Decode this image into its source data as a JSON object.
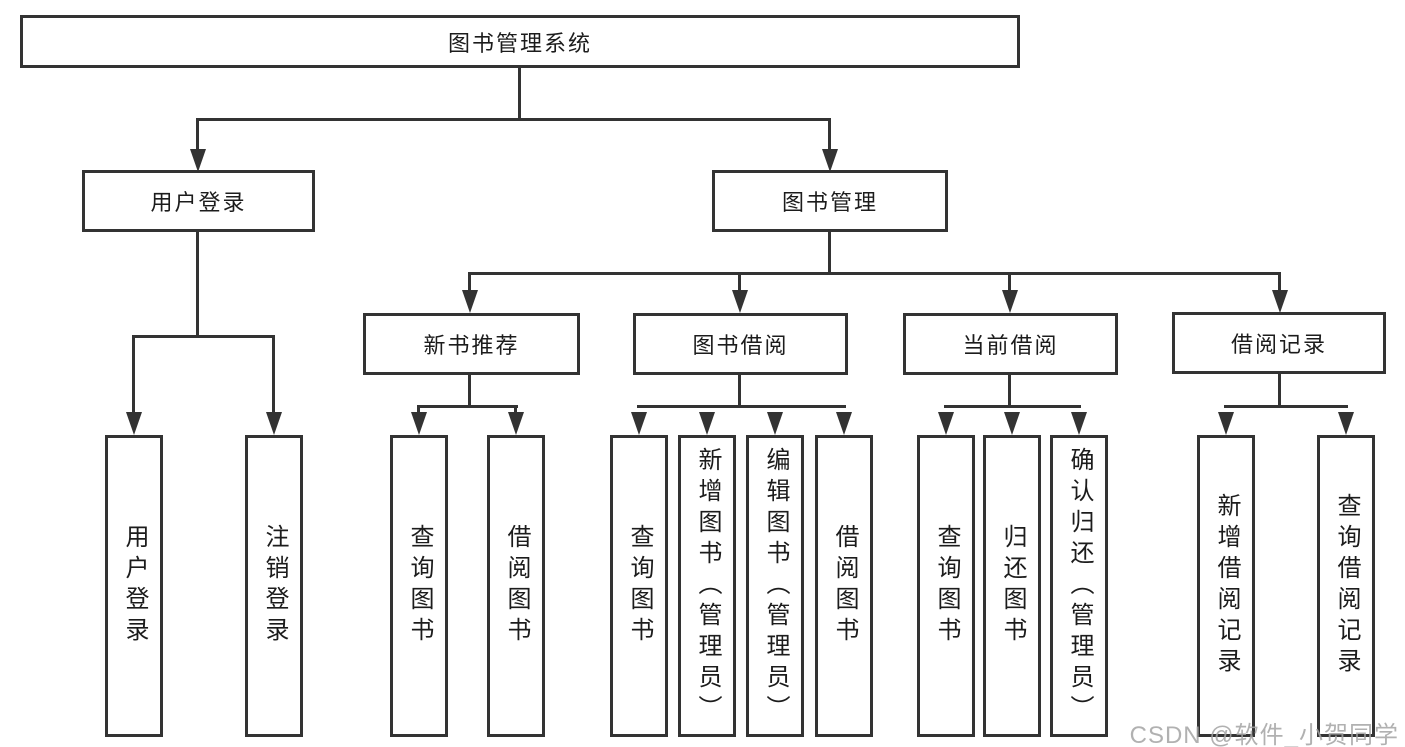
{
  "diagram": {
    "title": "图书管理系统",
    "root": {
      "label": "图书管理系统"
    },
    "level2": [
      {
        "label": "用户登录"
      },
      {
        "label": "图书管理"
      }
    ],
    "level3": [
      {
        "label": "新书推荐"
      },
      {
        "label": "图书借阅"
      },
      {
        "label": "当前借阅"
      },
      {
        "label": "借阅记录"
      }
    ],
    "leaves": {
      "user_login": [
        "用户登录",
        "注销登录"
      ],
      "new_book": [
        "查询图书",
        "借阅图书"
      ],
      "borrow": [
        "查询图书",
        "新增图书（管理员）",
        "编辑图书（管理员）",
        "借阅图书"
      ],
      "current": [
        "查询图书",
        "归还图书",
        "确认归还（管理员）"
      ],
      "records": [
        "新增借阅记录",
        "查询借阅记录"
      ]
    },
    "colors": {
      "line": "#333333",
      "text": "#1c1c1c",
      "background": "#ffffff",
      "watermark": "#a3a3a3"
    }
  },
  "watermark": {
    "text": "CSDN @软件_小贺同学"
  }
}
